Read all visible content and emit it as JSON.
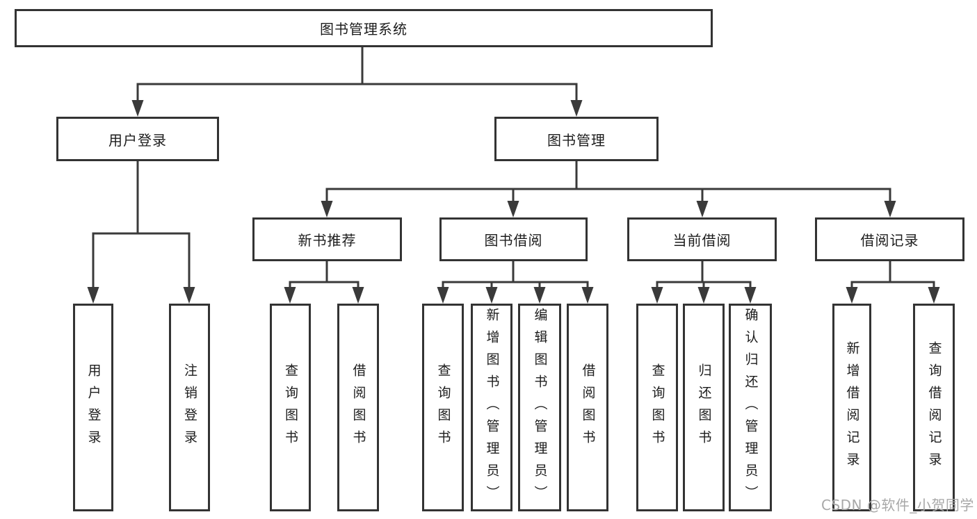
{
  "diagram": {
    "root": {
      "label": "图书管理系统",
      "children": [
        {
          "label": "用户登录",
          "children": [
            {
              "label": "用户登录"
            },
            {
              "label": "注销登录"
            }
          ]
        },
        {
          "label": "图书管理",
          "children": [
            {
              "label": "新书推荐",
              "children": [
                {
                  "label": "查询图书"
                },
                {
                  "label": "借阅图书"
                }
              ]
            },
            {
              "label": "图书借阅",
              "children": [
                {
                  "label": "查询图书"
                },
                {
                  "label": "新增图书（管理员）"
                },
                {
                  "label": "编辑图书（管理员）"
                },
                {
                  "label": "借阅图书"
                }
              ]
            },
            {
              "label": "当前借阅",
              "children": [
                {
                  "label": "查询图书"
                },
                {
                  "label": "归还图书"
                },
                {
                  "label": "确认归还（管理员）"
                }
              ]
            },
            {
              "label": "借阅记录",
              "children": [
                {
                  "label": "新增借阅记录"
                },
                {
                  "label": "查询借阅记录"
                }
              ]
            }
          ]
        }
      ]
    }
  },
  "watermark": {
    "text": "CSDN @软件_小贺同学"
  },
  "colors": {
    "background": "#ffffff",
    "line": "#3a3a3a",
    "border": "#333333",
    "text": "#1c1c1c",
    "watermark": "#a8a8a8"
  }
}
